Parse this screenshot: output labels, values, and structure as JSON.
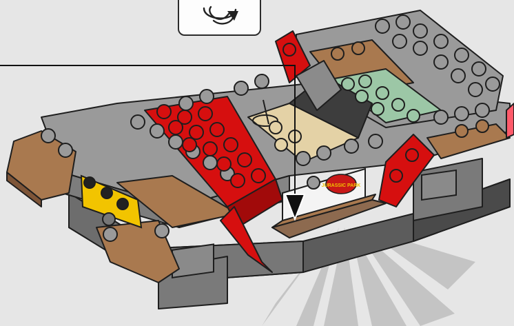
{
  "instruction": {
    "rotate_icon": "rotate-model-icon",
    "callout": "callout-arrow"
  },
  "model": {
    "name": "lego-vehicle-build-step",
    "side_logo_text": "JURASSIC PARK"
  },
  "colors": {
    "background": "#e6e6e6",
    "brick_gray": "#9a9a9a",
    "brick_dark_gray": "#5c5c5c",
    "brick_red": "#d60f0f",
    "brick_tan": "#a9794f",
    "brick_sand_green": "#9cc7a6",
    "brick_beige": "#e4d2a6",
    "brick_yellow": "#f2c400",
    "outline": "#1e1e1e"
  }
}
